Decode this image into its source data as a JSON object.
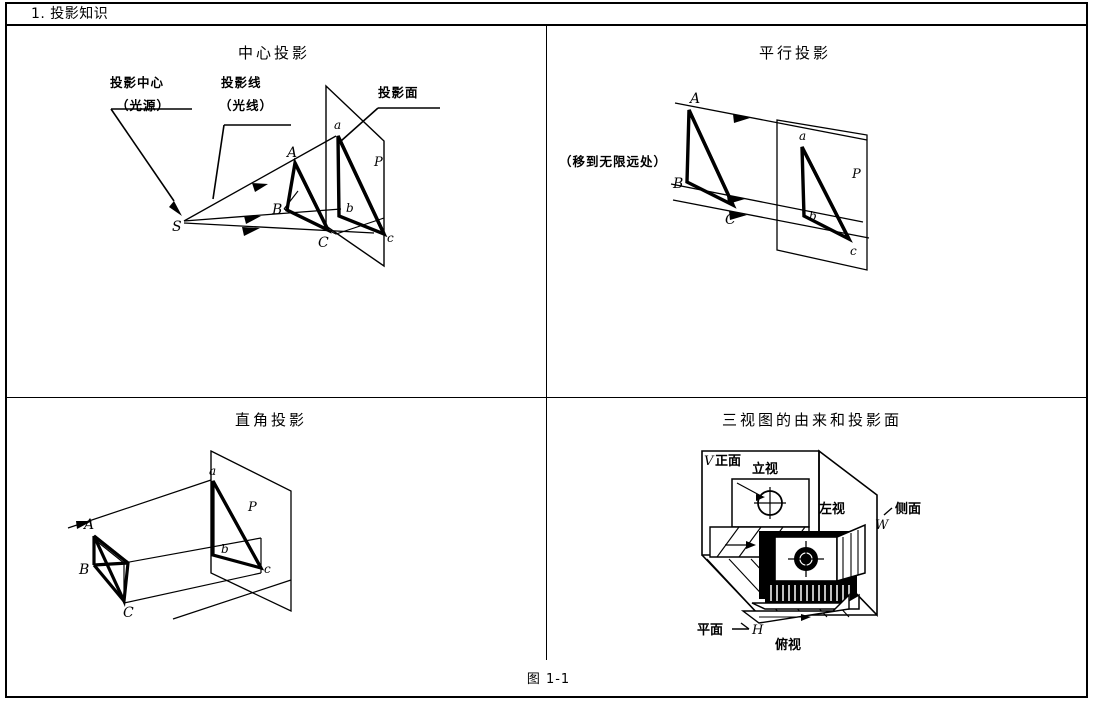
{
  "document": {
    "section_title": "1. 投影知识",
    "figure_caption": "图 1-1"
  },
  "panels": {
    "central_projection": {
      "title": "中心投影",
      "labels": {
        "projection_center_line1": "投影中心",
        "projection_center_line2": "（光源）",
        "projection_rays_line1": "投影线",
        "projection_rays_line2": "（光线）",
        "projection_plane": "投影面",
        "point_s": "S",
        "point_A": "A",
        "point_B": "B",
        "point_C": "C",
        "point_a": "a",
        "point_b": "b",
        "point_c": "c",
        "plane_P": "P"
      }
    },
    "parallel_projection": {
      "title": "平行投影",
      "labels": {
        "note": "（移到无限远处）",
        "point_A": "A",
        "point_B": "B",
        "point_C": "C",
        "point_a": "a",
        "point_b": "b",
        "point_c": "c",
        "plane_P": "P"
      }
    },
    "orthographic_projection": {
      "title": "直角投影",
      "labels": {
        "point_A": "A",
        "point_B": "B",
        "point_C": "C",
        "point_a": "a",
        "point_b": "b",
        "point_c": "c",
        "plane_P": "P"
      }
    },
    "three_views": {
      "title": "三视图的由来和投影面",
      "labels": {
        "v_plane": "V",
        "front_face": "正面",
        "front_view": "立视",
        "left_view": "左视",
        "side_face": "侧面",
        "w_plane": "W",
        "plane_face": "平面",
        "h_plane": "H",
        "top_view": "俯视"
      }
    }
  },
  "colors": {
    "ink": "#000000",
    "paper": "#ffffff"
  }
}
